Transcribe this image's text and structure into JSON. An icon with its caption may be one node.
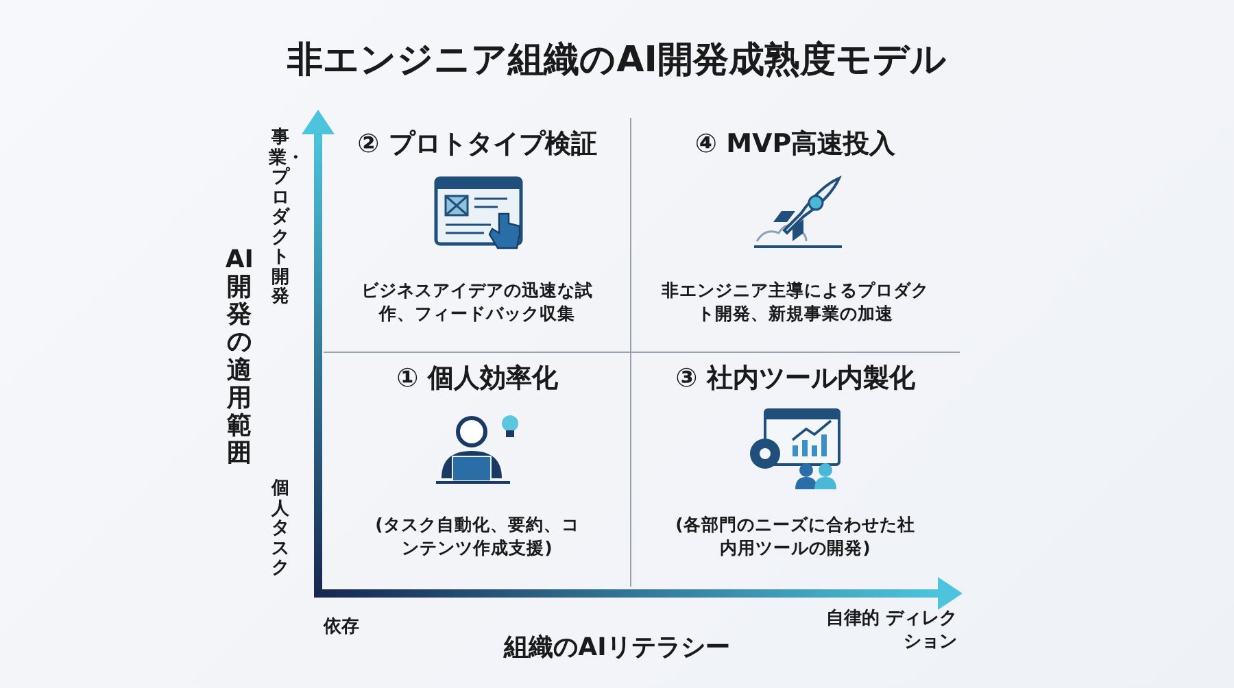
{
  "diagram": {
    "title": "非エンジニア組織のAI開発成熟度モデル",
    "nodes": [
      {
        "text": [
          "② プロトタイプ検証",
          "ビジネスアイデアの迅速な試作、フィードバック収集"
        ]
      },
      {
        "text": [
          "④ MVP高速投入",
          "非エンジニア主導によるプロダクト開発、新規事業の加速"
        ]
      },
      {
        "text": [
          "① 個人効率化",
          "(タスク自動化、要約、コンテンツ作成支援)"
        ]
      },
      {
        "text": [
          "③ 社内ツール内製化",
          "(各部門のニーズに合わせた社内用ツールの開発)"
        ]
      }
    ],
    "labels": [
      "AI開発の適用範囲",
      "事業・プロダクト開発",
      "個人タスク",
      "依存",
      "組織のAIリテラシー",
      "自律的 ディレクション"
    ]
  }
}
